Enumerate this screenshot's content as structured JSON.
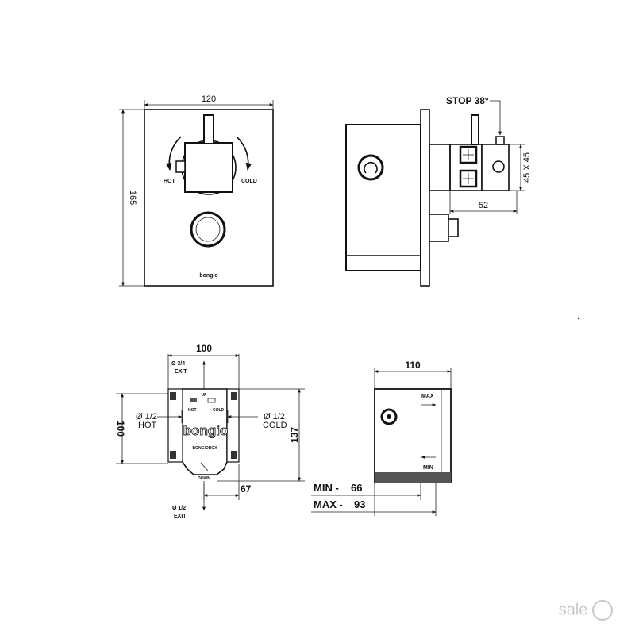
{
  "front_view": {
    "width": "120",
    "height": "165",
    "hot": "HOT",
    "cold": "COLD",
    "brand": "bongio"
  },
  "side_view": {
    "stop": "STOP 38°",
    "square": "45 X 45",
    "depth": "52"
  },
  "box_front": {
    "width": "100",
    "height": "100",
    "total_height": "137",
    "offset": "67",
    "exit_top": "Ø 3/4",
    "exit_top_label": "EXIT",
    "hot_size": "Ø 1/2",
    "hot_label": "HOT",
    "cold_size": "Ø 1/2",
    "cold_label": "COLD",
    "exit_bottom": "Ø 1/2",
    "exit_bottom_label": "EXIT",
    "up": "UP",
    "down": "DOWN",
    "brand": "bongio",
    "box_name": "BONGIOBOX",
    "hot_tag": "HOT",
    "cold_tag": "COLD"
  },
  "box_side": {
    "width": "110",
    "max_tag": "MAX",
    "min_tag": "MIN",
    "min_label": "MIN -",
    "min_value": "66",
    "max_label": "MAX -",
    "max_value": "93"
  },
  "watermark": "sale"
}
